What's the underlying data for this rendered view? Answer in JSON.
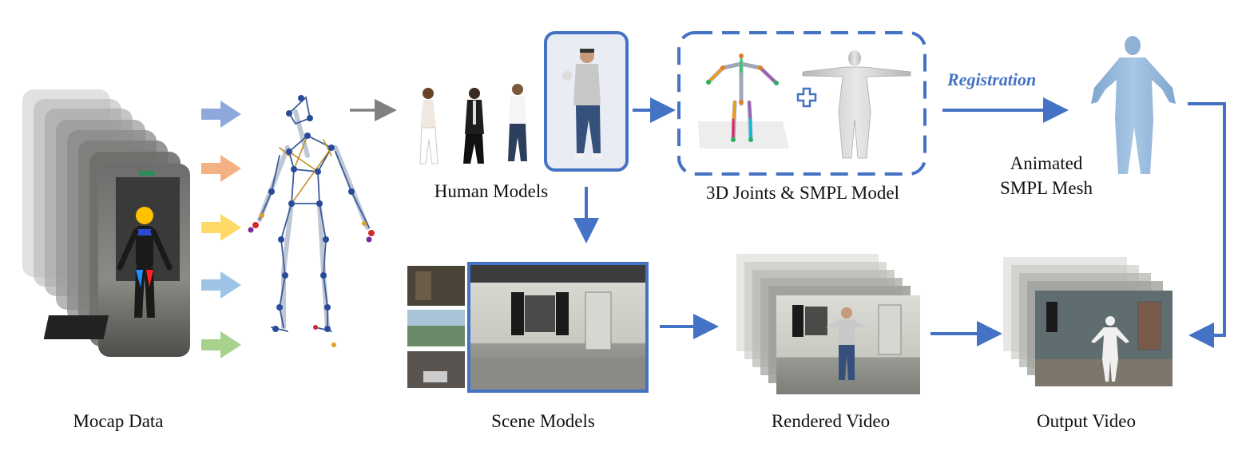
{
  "labels": {
    "mocap": "Mocap Data",
    "human_models": "Human Models",
    "joints_smpl": "3D Joints & SMPL Model",
    "registration": "Registration",
    "animated_line1": "Animated",
    "animated_line2": "SMPL Mesh",
    "scene_models": "Scene Models",
    "rendered_video": "Rendered Video",
    "output_video": "Output Video"
  },
  "colors": {
    "flow_blue": "#4472c4",
    "gray_arrow": "#808080",
    "arrow_purple": "#8fa8dc",
    "arrow_orange": "#f4b183",
    "arrow_yellow": "#ffd966",
    "arrow_lightblue": "#9dc3e6",
    "arrow_green": "#a9d18e"
  }
}
